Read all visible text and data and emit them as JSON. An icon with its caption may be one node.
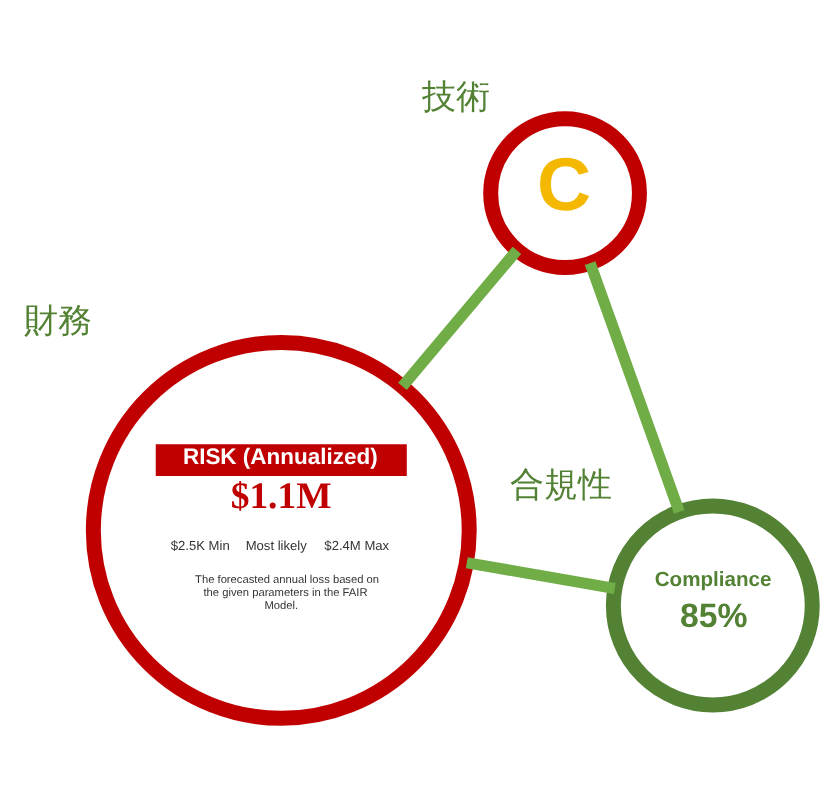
{
  "diagram": {
    "nodes": [
      {
        "text": [
          "C"
        ],
        "beside": [
          "技術"
        ]
      },
      {
        "text": [
          "RISK (Annualized)",
          "$1.1M",
          "$2.5K Min",
          "Most likely",
          "$2.4M Max",
          "The forecasted annual loss based on the given parameters in the FAIR Model."
        ],
        "beside": [
          "財務"
        ]
      },
      {
        "text": [
          "Compliance",
          "85%"
        ],
        "beside": [
          "合規性"
        ]
      }
    ],
    "edges": [
      {
        "from": 0,
        "to": 1,
        "arrow": "none"
      },
      {
        "from": 0,
        "to": 2,
        "arrow": "none"
      },
      {
        "from": 1,
        "to": 2,
        "arrow": "none"
      }
    ]
  }
}
